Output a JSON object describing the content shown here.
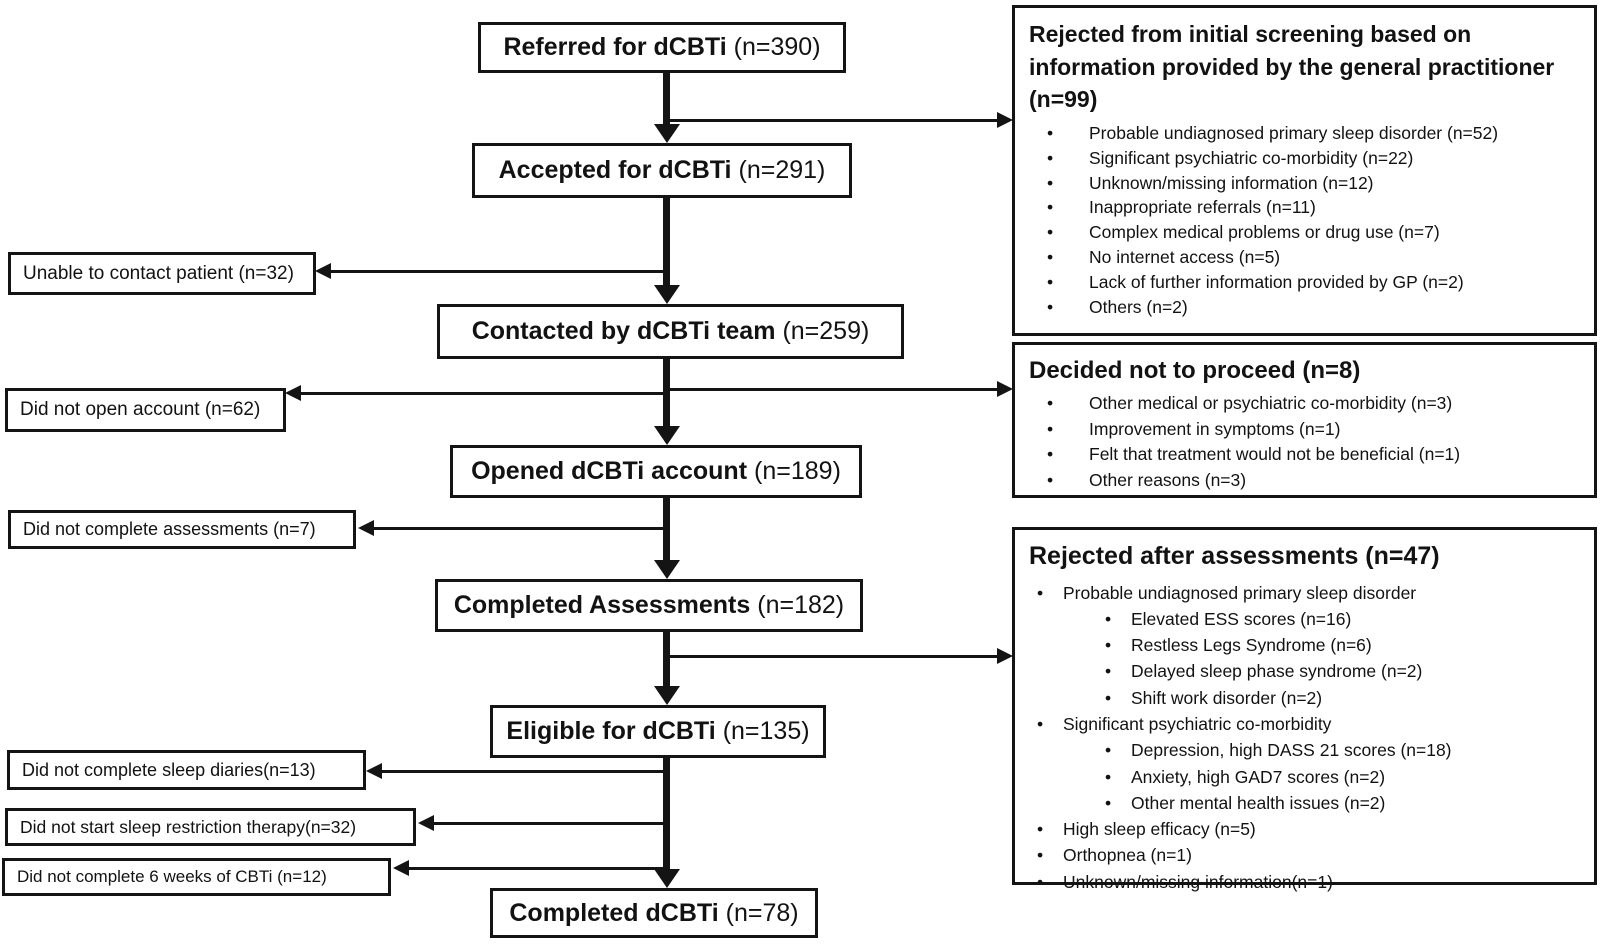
{
  "colors": {
    "ink": "#141414",
    "background": "#ffffff"
  },
  "flow": {
    "boxes": [
      {
        "id": "referred",
        "bold": "Referred for dCBTi",
        "n": "(n=390)"
      },
      {
        "id": "accepted",
        "bold": "Accepted for dCBTi",
        "n": "(n=291)"
      },
      {
        "id": "contacted",
        "bold": "Contacted by dCBTi team",
        "n": "(n=259)"
      },
      {
        "id": "opened",
        "bold": "Opened dCBTi account",
        "n": "(n=189)"
      },
      {
        "id": "completed_assessments",
        "bold": "Completed Assessments",
        "n": "(n=182)"
      },
      {
        "id": "eligible",
        "bold": "Eligible for dCBTi",
        "n": "(n=135)"
      },
      {
        "id": "completed_dcbti",
        "bold": "Completed dCBTi",
        "n": "(n=78)"
      }
    ]
  },
  "exclusions_left": [
    {
      "label": "Unable to contact patient (n=32)"
    },
    {
      "label": "Did not open account (n=62)"
    },
    {
      "label": "Did not complete assessments (n=7)"
    },
    {
      "label": "Did not complete sleep diaries(n=13)"
    },
    {
      "label": "Did not start sleep restriction therapy(n=32)"
    },
    {
      "label": "Did not complete 6 weeks of CBTi (n=12)"
    }
  ],
  "panels": [
    {
      "title": "Rejected from initial screening based on information provided by the general practitioner (n=99)",
      "bullets": [
        {
          "level": 1,
          "text": "Probable undiagnosed primary sleep disorder (n=52)"
        },
        {
          "level": 1,
          "text": "Significant psychiatric co-morbidity (n=22)"
        },
        {
          "level": 1,
          "text": "Unknown/missing information (n=12)"
        },
        {
          "level": 1,
          "text": "Inappropriate referrals (n=11)"
        },
        {
          "level": 1,
          "text": "Complex medical problems or drug use (n=7)"
        },
        {
          "level": 1,
          "text": "No internet access (n=5)"
        },
        {
          "level": 1,
          "text": "Lack of further information provided by GP (n=2)"
        },
        {
          "level": 1,
          "text": "Others (n=2)"
        }
      ]
    },
    {
      "title": "Decided not to proceed (n=8)",
      "bullets": [
        {
          "level": 1,
          "text": "Other medical or psychiatric co-morbidity (n=3)"
        },
        {
          "level": 1,
          "text": "Improvement in symptoms (n=1)"
        },
        {
          "level": 1,
          "text": "Felt that treatment would not be beneficial (n=1)"
        },
        {
          "level": 1,
          "text": "Other reasons (n=3)"
        }
      ]
    },
    {
      "title": "Rejected after assessments (n=47)",
      "bullets": [
        {
          "level": 1,
          "text": "Probable undiagnosed primary sleep disorder"
        },
        {
          "level": 2,
          "text": "Elevated ESS scores (n=16)"
        },
        {
          "level": 2,
          "text": "Restless Legs Syndrome (n=6)"
        },
        {
          "level": 2,
          "text": "Delayed sleep phase syndrome (n=2)"
        },
        {
          "level": 2,
          "text": "Shift work disorder (n=2)"
        },
        {
          "level": 1,
          "text": "Significant psychiatric co-morbidity"
        },
        {
          "level": 2,
          "text": "Depression, high DASS 21 scores (n=18)"
        },
        {
          "level": 2,
          "text": "Anxiety, high GAD7 scores (n=2)"
        },
        {
          "level": 2,
          "text": "Other mental health issues (n=2)"
        },
        {
          "level": 1,
          "text": "High sleep efficacy (n=5)"
        },
        {
          "level": 1,
          "text": "Orthopnea (n=1)"
        },
        {
          "level": 1,
          "text": "Unknown/missing information(n=1)"
        }
      ]
    }
  ]
}
